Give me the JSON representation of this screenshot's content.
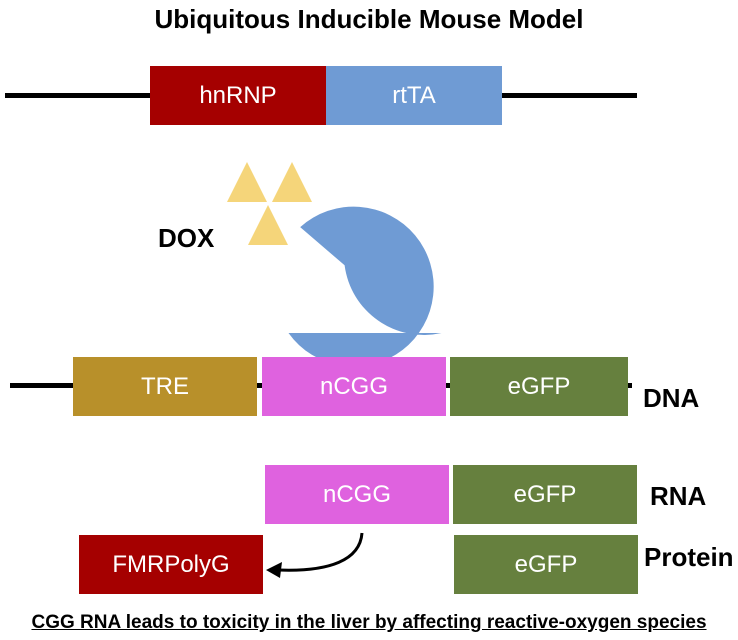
{
  "title": "Ubiquitous Inducible Mouse Model",
  "construct1": {
    "promoter": "hnRNP",
    "gene": "rtTA"
  },
  "dox_label": "DOX",
  "construct2": {
    "element": "TRE",
    "repeat": "nCGG",
    "reporter": "eGFP",
    "label": "DNA"
  },
  "rna": {
    "repeat": "nCGG",
    "reporter": "eGFP",
    "label": "RNA"
  },
  "protein": {
    "product": "FMRPolyG",
    "reporter": "eGFP",
    "label": "Protein"
  },
  "caption": "CGG RNA leads to toxicity in the liver by affecting reactive-oxygen species",
  "colors": {
    "hnrnp": "#a50000",
    "rtta": "#6f9bd4",
    "dox": "#f5d57a",
    "tre": "#b8902a",
    "ncgg": "#df62df",
    "egfp": "#66803e",
    "fmrpolyg": "#a50000"
  }
}
